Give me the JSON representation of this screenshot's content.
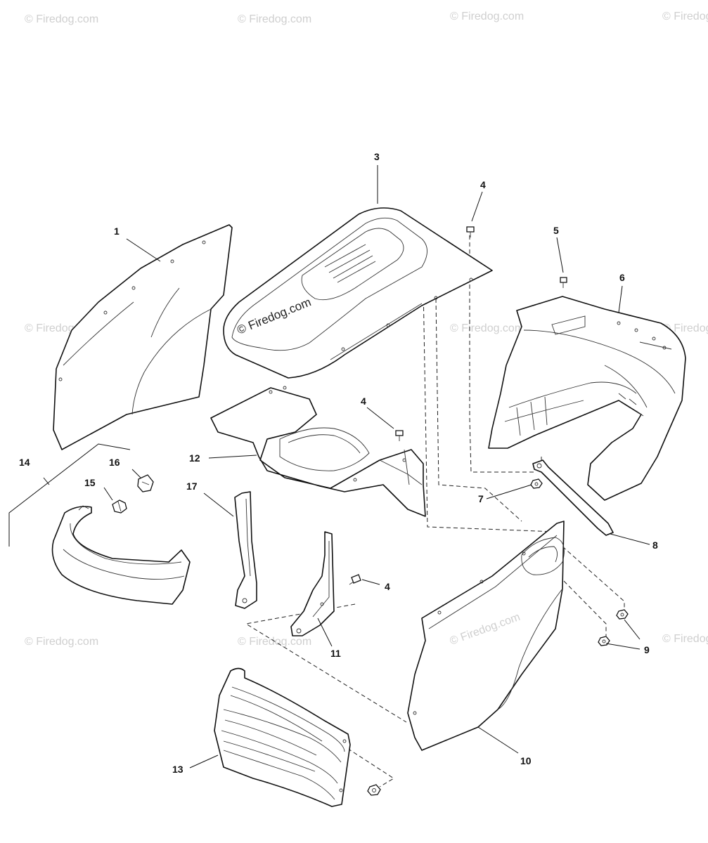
{
  "watermark": {
    "text": "© Firedog.com"
  },
  "callouts": {
    "c1": "1",
    "c3": "3",
    "c4a": "4",
    "c4b": "4",
    "c4c": "4",
    "c5": "5",
    "c6": "6",
    "c7": "7",
    "c8": "8",
    "c9": "9",
    "c10": "10",
    "c11": "11",
    "c12": "12",
    "c13": "13",
    "c14": "14",
    "c15": "15",
    "c16": "16",
    "c17": "17"
  }
}
